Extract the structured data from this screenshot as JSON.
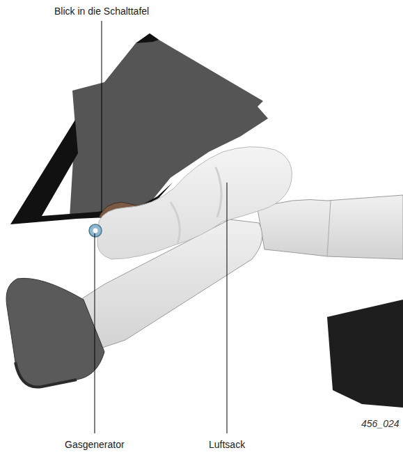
{
  "diagram": {
    "labels": [
      "Blick in die Schalttafel",
      "Gasgenerator",
      "Luftsack",
      "456_024"
    ]
  }
}
